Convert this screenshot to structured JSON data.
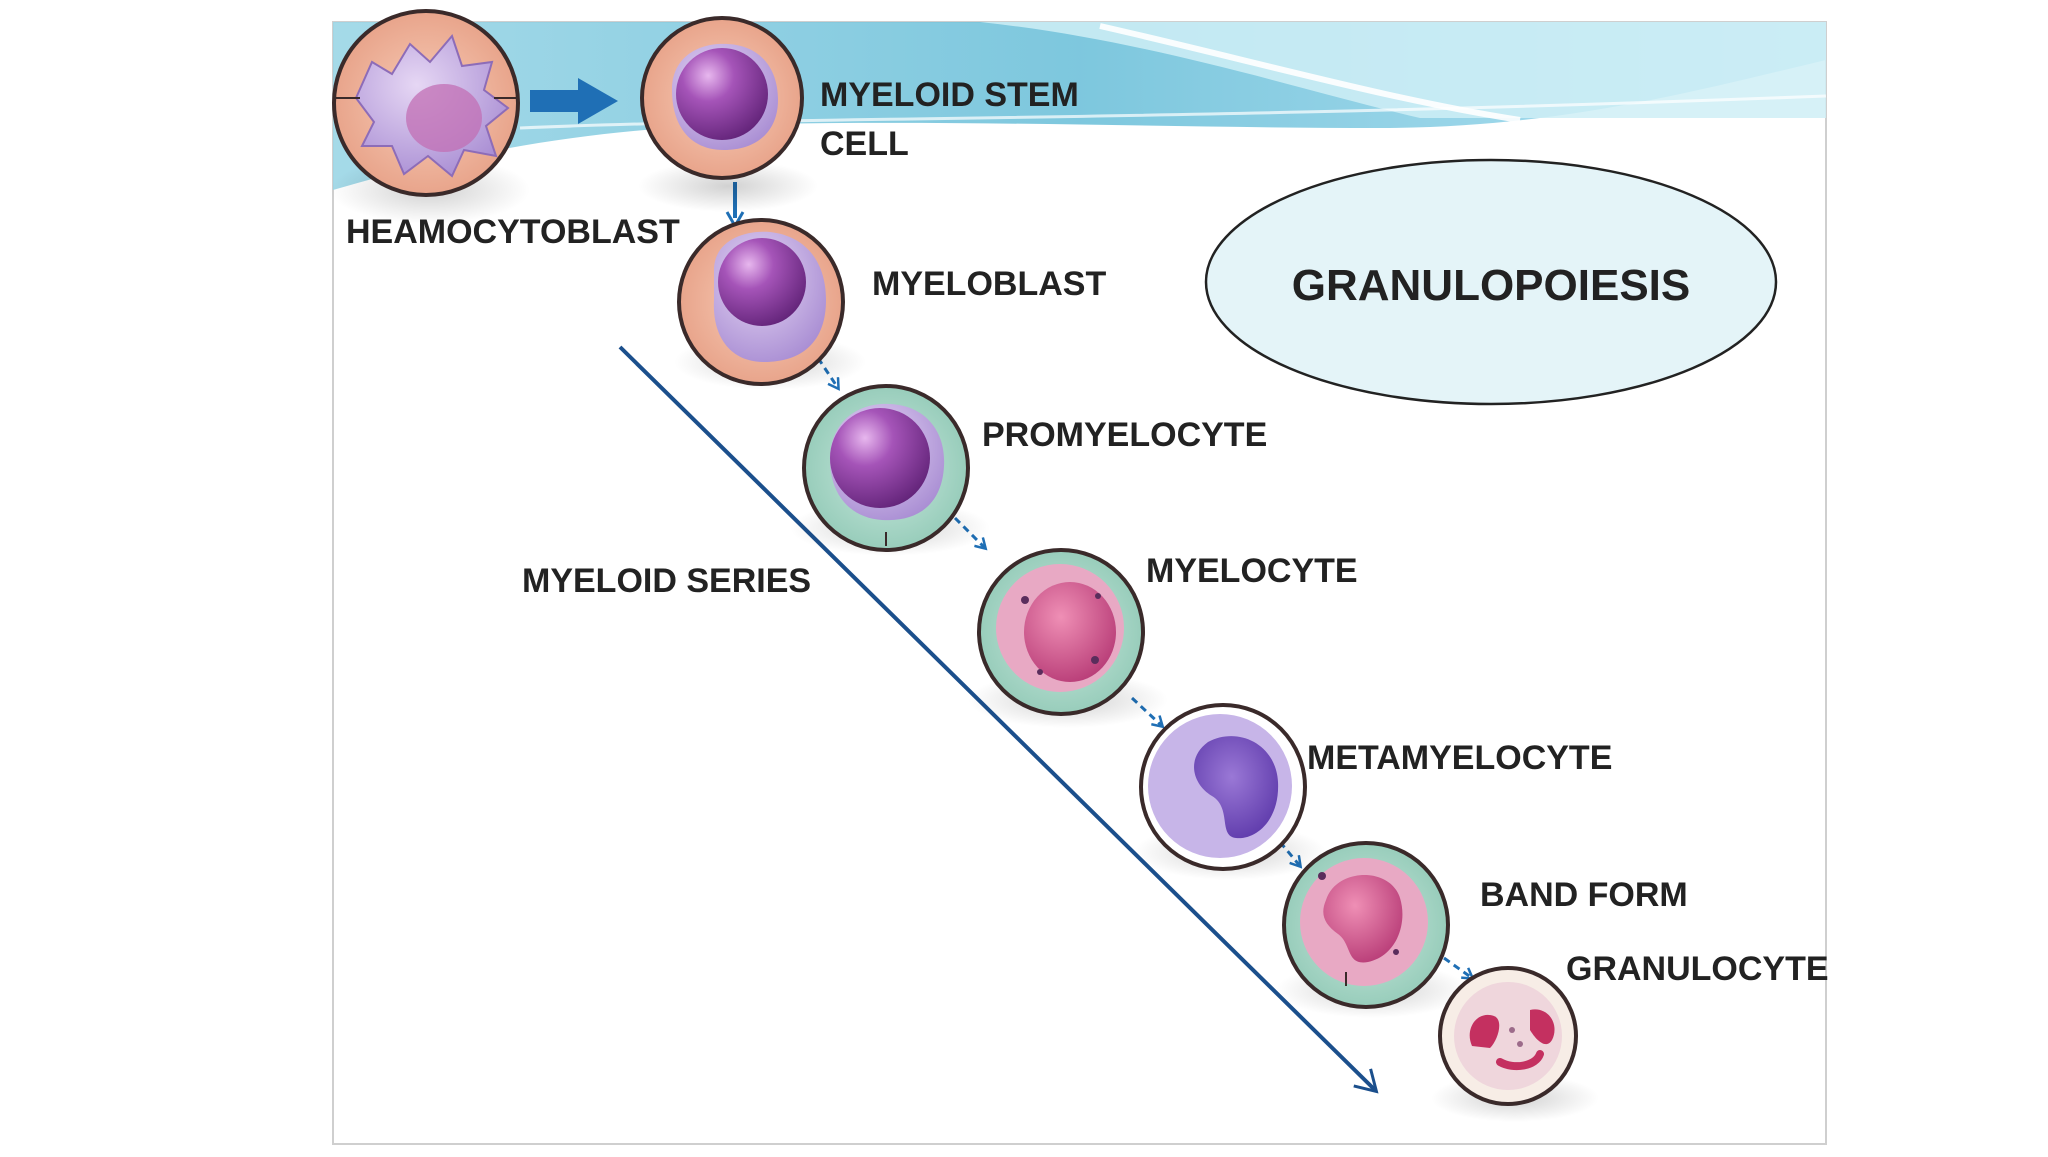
{
  "diagram": {
    "title": "GRANULOPOIESIS",
    "series_label": "MYELOID SERIES",
    "stages": [
      {
        "label_line1": "HEAMOCYTOBLAST",
        "label_line2": ""
      },
      {
        "label_line1": "MYELOID STEM",
        "label_line2": "CELL"
      },
      {
        "label_line1": "MYELOBLAST",
        "label_line2": ""
      },
      {
        "label_line1": "PROMYELOCYTE",
        "label_line2": ""
      },
      {
        "label_line1": "MYELOCYTE",
        "label_line2": ""
      },
      {
        "label_line1": "METAMYELOCYTE",
        "label_line2": ""
      },
      {
        "label_line1": "BAND FORM",
        "label_line2": ""
      },
      {
        "label_line1": "GRANULOCYTE",
        "label_line2": ""
      }
    ]
  },
  "colors": {
    "arrow": "#1f6fb5",
    "series_line": "#1b4f8c",
    "title_ellipse_fill": "#e4f4f8",
    "wave_top": "#7ec8dd",
    "cell_purple": "#8e3a9e",
    "cell_pink": "#c94a86",
    "ring_green": "#a8d5c6",
    "ring_orange": "#f0b39a"
  }
}
